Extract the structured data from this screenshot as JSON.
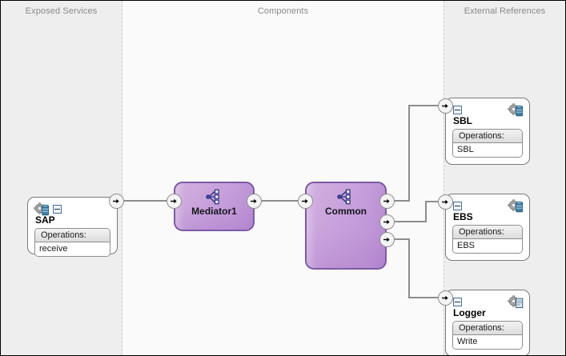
{
  "lanes": {
    "exposed_services": "Exposed Services",
    "components": "Components",
    "external_references": "External References"
  },
  "exposed_services": [
    {
      "name": "SAP",
      "icon": "gear-database-icon",
      "operations_label": "Operations:",
      "operations": [
        "receive"
      ]
    }
  ],
  "components": [
    {
      "name": "Mediator1",
      "icon": "mediator-icon",
      "inputs": 1,
      "outputs": 1
    },
    {
      "name": "Common",
      "icon": "mediator-icon",
      "inputs": 1,
      "outputs": 3
    }
  ],
  "external_references": [
    {
      "name": "SBL",
      "icon": "gear-database-icon",
      "operations_label": "Operations:",
      "operations": [
        "SBL"
      ]
    },
    {
      "name": "EBS",
      "icon": "gear-database-icon",
      "operations_label": "Operations:",
      "operations": [
        "EBS"
      ]
    },
    {
      "name": "Logger",
      "icon": "gear-file-icon",
      "operations_label": "Operations:",
      "operations": [
        "Write"
      ]
    }
  ],
  "connections": [
    {
      "from": "SAP",
      "to": "Mediator1"
    },
    {
      "from": "Mediator1",
      "to": "Common"
    },
    {
      "from": "Common",
      "to": "SBL"
    },
    {
      "from": "Common",
      "to": "EBS"
    },
    {
      "from": "Common",
      "to": "Logger"
    }
  ],
  "colors": {
    "component_fill": "#c8a2db",
    "component_border": "#7c5aa6",
    "lane_background": "#eeeeee",
    "canvas_background": "#fbfbfb",
    "wire": "#8d8d8d",
    "lane_title_text": "#8a8a8a"
  }
}
